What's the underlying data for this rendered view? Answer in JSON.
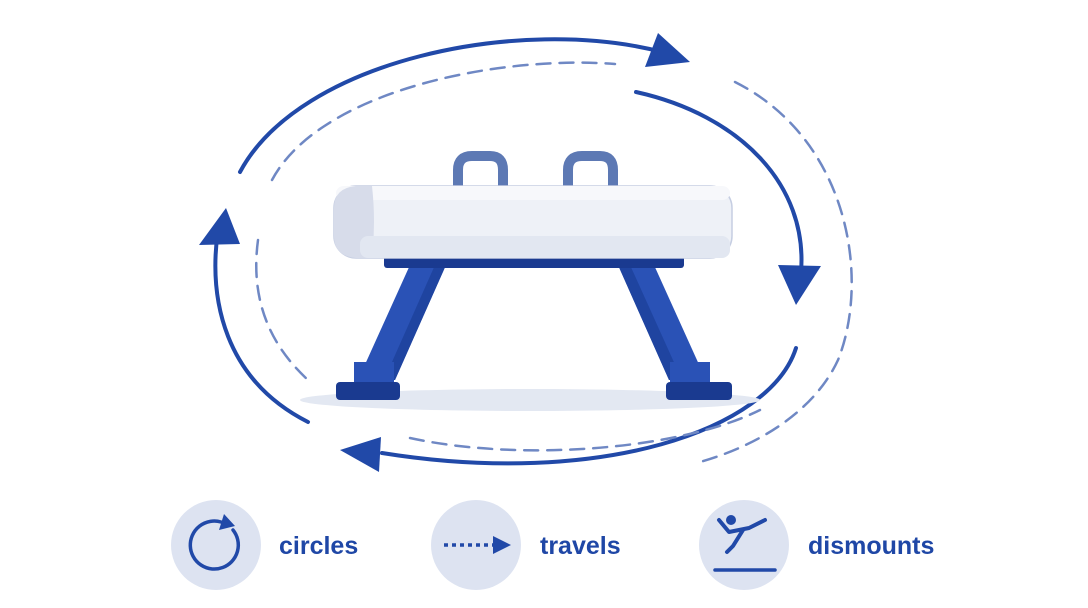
{
  "colors": {
    "primary": "#2149a8",
    "leg": "#2a52b6",
    "leg_dark": "#1a3a90",
    "dashed": "#6f88c4",
    "badge_bg": "#dde3f1",
    "body_light": "#eef1f7",
    "body_shade": "#d7dcea",
    "handle": "#5d79b4",
    "shadow": "#e3e8f2"
  },
  "legend": [
    {
      "label": "circles",
      "icon": "circle-arrow-icon"
    },
    {
      "label": "travels",
      "icon": "dashed-arrow-icon"
    },
    {
      "label": "dismounts",
      "icon": "gymnast-dismount-icon"
    }
  ]
}
